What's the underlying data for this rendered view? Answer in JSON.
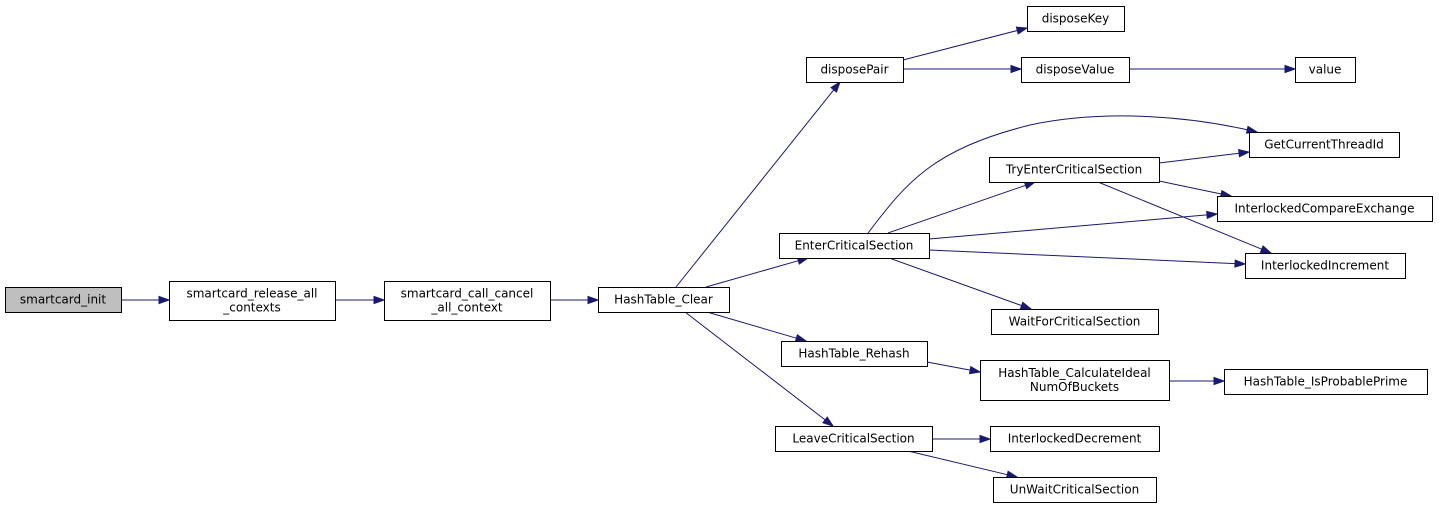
{
  "nodes": [
    {
      "id": "smartcard_init",
      "lines": [
        "smartcard_init"
      ],
      "root": true
    },
    {
      "id": "smartcard_release_all_contexts",
      "lines": [
        "smartcard_release_all",
        "_contexts"
      ]
    },
    {
      "id": "smartcard_call_cancel_all_context",
      "lines": [
        "smartcard_call_cancel",
        "_all_context"
      ]
    },
    {
      "id": "HashTable_Clear",
      "lines": [
        "HashTable_Clear"
      ]
    },
    {
      "id": "disposePair",
      "lines": [
        "disposePair"
      ]
    },
    {
      "id": "disposeKey",
      "lines": [
        "disposeKey"
      ]
    },
    {
      "id": "disposeValue",
      "lines": [
        "disposeValue"
      ]
    },
    {
      "id": "value",
      "lines": [
        "value"
      ]
    },
    {
      "id": "EnterCriticalSection",
      "lines": [
        "EnterCriticalSection"
      ]
    },
    {
      "id": "TryEnterCriticalSection",
      "lines": [
        "TryEnterCriticalSection"
      ]
    },
    {
      "id": "GetCurrentThreadId",
      "lines": [
        "GetCurrentThreadId"
      ]
    },
    {
      "id": "InterlockedCompareExchange",
      "lines": [
        "InterlockedCompareExchange"
      ]
    },
    {
      "id": "InterlockedIncrement",
      "lines": [
        "InterlockedIncrement"
      ]
    },
    {
      "id": "WaitForCriticalSection",
      "lines": [
        "WaitForCriticalSection"
      ]
    },
    {
      "id": "HashTable_Rehash",
      "lines": [
        "HashTable_Rehash"
      ]
    },
    {
      "id": "HashTable_CalculateIdealNumOfBuckets",
      "lines": [
        "HashTable_CalculateIdeal",
        "NumOfBuckets"
      ]
    },
    {
      "id": "HashTable_IsProbablePrime",
      "lines": [
        "HashTable_IsProbablePrime"
      ]
    },
    {
      "id": "LeaveCriticalSection",
      "lines": [
        "LeaveCriticalSection"
      ]
    },
    {
      "id": "InterlockedDecrement",
      "lines": [
        "InterlockedDecrement"
      ]
    },
    {
      "id": "UnWaitCriticalSection",
      "lines": [
        "UnWaitCriticalSection"
      ]
    }
  ],
  "edges": [
    {
      "from": "smartcard_init",
      "to": "smartcard_release_all_contexts"
    },
    {
      "from": "smartcard_release_all_contexts",
      "to": "smartcard_call_cancel_all_context"
    },
    {
      "from": "smartcard_call_cancel_all_context",
      "to": "HashTable_Clear"
    },
    {
      "from": "HashTable_Clear",
      "to": "disposePair"
    },
    {
      "from": "HashTable_Clear",
      "to": "EnterCriticalSection"
    },
    {
      "from": "HashTable_Clear",
      "to": "HashTable_Rehash"
    },
    {
      "from": "HashTable_Clear",
      "to": "LeaveCriticalSection"
    },
    {
      "from": "disposePair",
      "to": "disposeKey"
    },
    {
      "from": "disposePair",
      "to": "disposeValue"
    },
    {
      "from": "disposeValue",
      "to": "value"
    },
    {
      "from": "EnterCriticalSection",
      "to": "GetCurrentThreadId"
    },
    {
      "from": "EnterCriticalSection",
      "to": "TryEnterCriticalSection"
    },
    {
      "from": "EnterCriticalSection",
      "to": "InterlockedCompareExchange"
    },
    {
      "from": "EnterCriticalSection",
      "to": "InterlockedIncrement"
    },
    {
      "from": "EnterCriticalSection",
      "to": "WaitForCriticalSection"
    },
    {
      "from": "TryEnterCriticalSection",
      "to": "GetCurrentThreadId"
    },
    {
      "from": "TryEnterCriticalSection",
      "to": "InterlockedCompareExchange"
    },
    {
      "from": "TryEnterCriticalSection",
      "to": "InterlockedIncrement"
    },
    {
      "from": "HashTable_Rehash",
      "to": "HashTable_CalculateIdealNumOfBuckets"
    },
    {
      "from": "HashTable_CalculateIdealNumOfBuckets",
      "to": "HashTable_IsProbablePrime"
    },
    {
      "from": "LeaveCriticalSection",
      "to": "InterlockedDecrement"
    },
    {
      "from": "LeaveCriticalSection",
      "to": "UnWaitCriticalSection"
    }
  ]
}
